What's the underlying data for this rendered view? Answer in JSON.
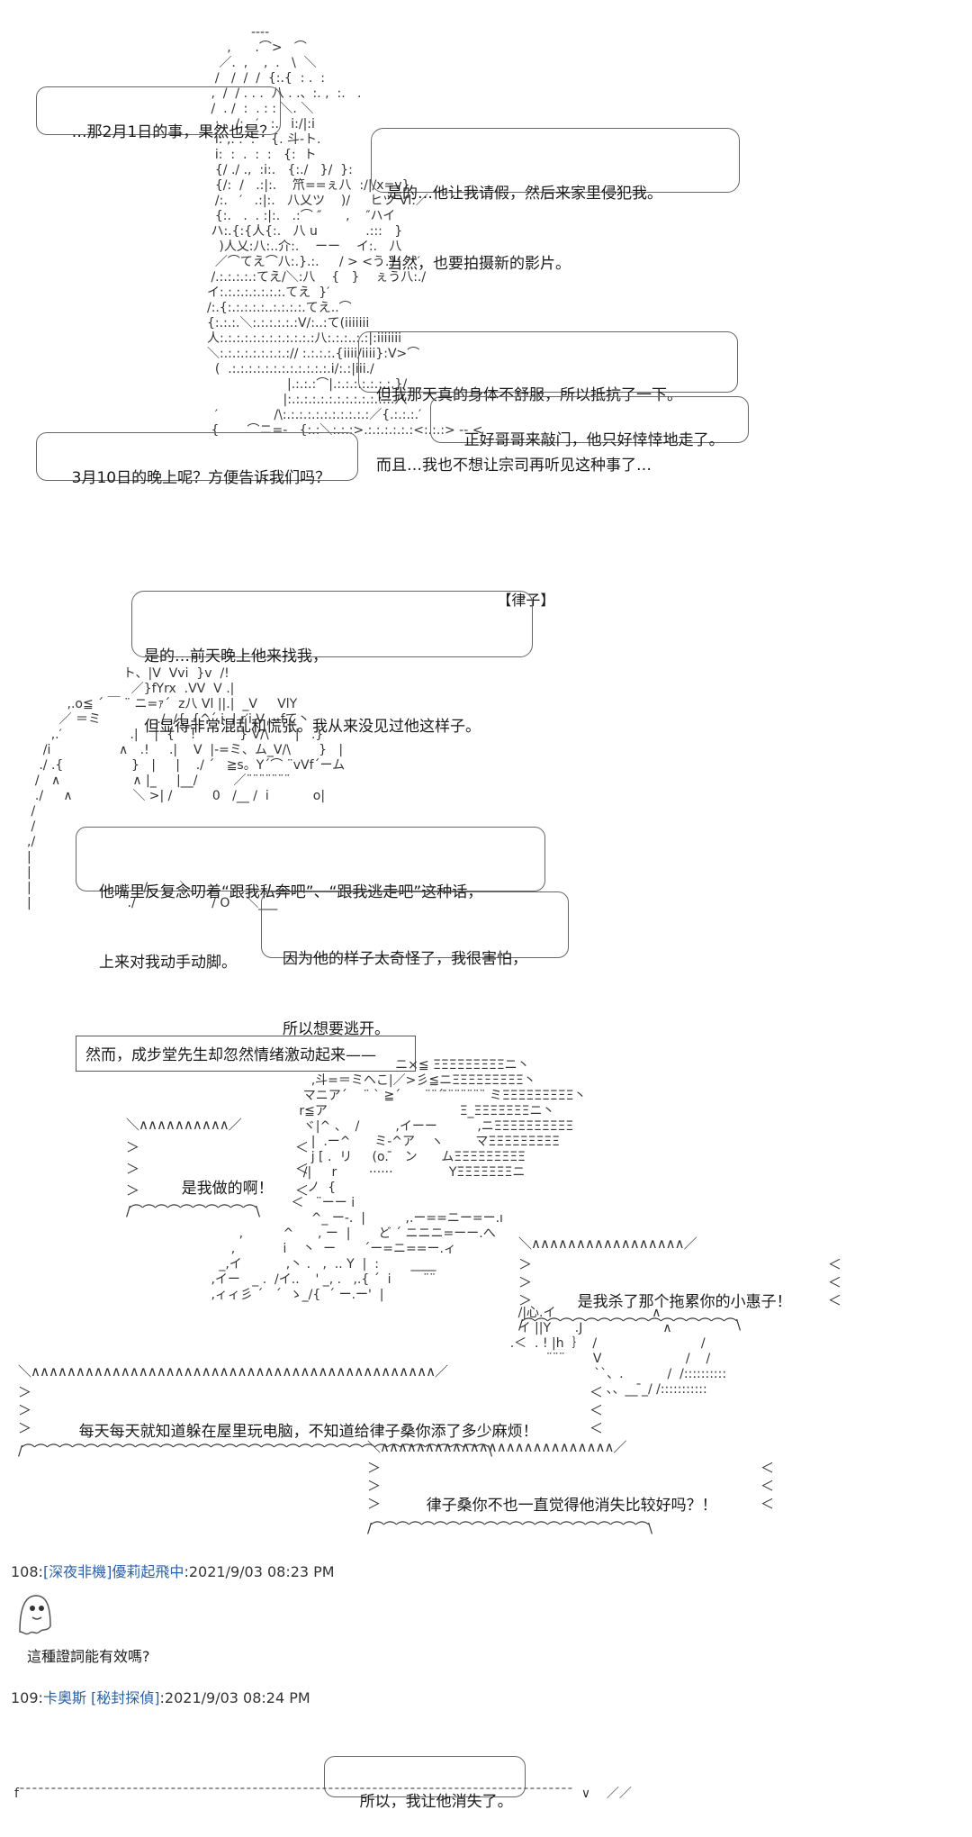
{
  "panel1": {
    "q1": "…那2月1日的事，果然也是？",
    "a1": [
      "是的…他让我请假，然后来家里侵犯我。",
      "当然，也要拍摄新的影片。"
    ],
    "a2": [
      "但我那天真的身体不舒服，所以抵抗了一下。",
      "而且…我也不想让宗司再听见这种事了…"
    ],
    "a3": "正好哥哥来敲门，他只好悻悻地走了。",
    "q2": "3月10日的晚上呢？方便告诉我们吗？"
  },
  "panel2": {
    "speaker": "【律子】",
    "b1": [
      "是的…前天晚上他来找我，",
      "但显得非常混乱和慌张。我从来没见过他这样子。"
    ],
    "b2": [
      "他嘴里反复念叨着“跟我私奔吧”、“跟我逃走吧”这种话，",
      "上来对我动手动脚。"
    ],
    "b3": [
      "因为他的样子太奇怪了，我很害怕，",
      "所以想要逃开。"
    ]
  },
  "panel3": {
    "narration": "然而，成步堂先生却忽然情绪激动起来——",
    "s1": "是我做的啊！",
    "s2": "是我杀了那个拖累你的小惠子！",
    "s3": "每天每天就知道躲在屋里玩电脑，不知道给律子桑你添了多少麻烦！",
    "s4": "律子桑你不也一直觉得他消失比较好吗？！"
  },
  "posts": [
    {
      "num": "108:",
      "name": "[深夜非機]優莉起飛中",
      "time": ":2021/9/03 08:23 PM",
      "body": "這種證詞能有效嗎?"
    },
    {
      "num": "109:",
      "name": "卡奧斯 [秘封探偵]",
      "time": ":2021/9/03 08:24 PM",
      "body": ""
    }
  ],
  "panel4": {
    "b1": "所以，我让他消失了。"
  }
}
